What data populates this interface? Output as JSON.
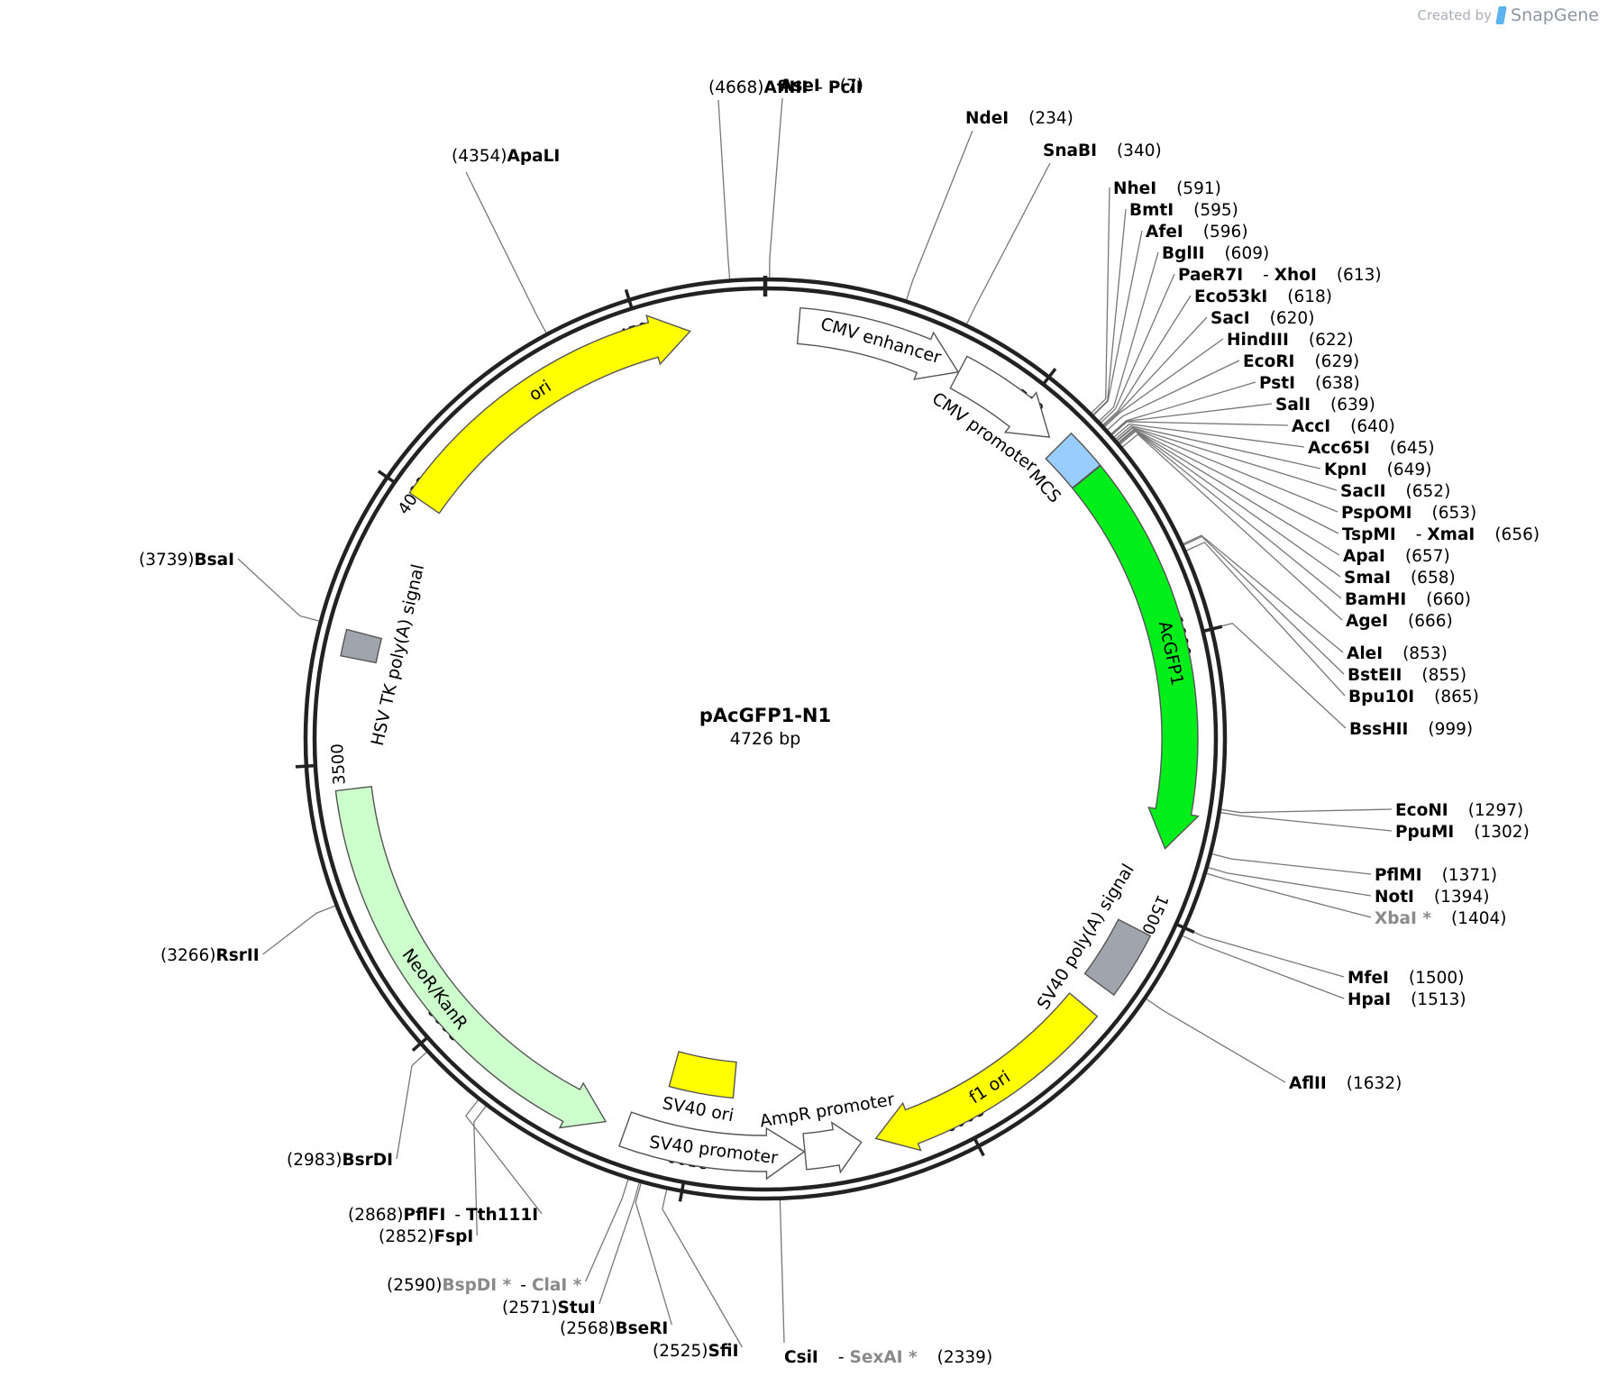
{
  "watermark": {
    "prefix": "Created by",
    "brand": "SnapGene"
  },
  "plasmid": {
    "name": "pAcGFP1-N1",
    "size_label": "4726 bp",
    "length": 4726
  },
  "colors": {
    "ori": "#ffff00",
    "mcs": "#99ccff",
    "acgfp1": "#00ee1a",
    "polyA": "#a0a5ad",
    "neo": "#ccffcc",
    "promoter": "#ffffff",
    "ring": "#222222"
  },
  "ticks": [
    {
      "pos": 500,
      "label": "500"
    },
    {
      "pos": 1000,
      "label": "1000"
    },
    {
      "pos": 1500,
      "label": "1500"
    },
    {
      "pos": 2000,
      "label": "2000"
    },
    {
      "pos": 2500,
      "label": "2500"
    },
    {
      "pos": 3000,
      "label": "3000"
    },
    {
      "pos": 3500,
      "label": "3500"
    },
    {
      "pos": 4000,
      "label": "4000"
    },
    {
      "pos": 4500,
      "label": "4500"
    }
  ],
  "features": [
    {
      "id": "cmv-enhancer",
      "name": "CMV enhancer",
      "start": 61,
      "end": 364,
      "dir": 1,
      "color": "#ffffff",
      "lane": "outer"
    },
    {
      "id": "cmv-promoter",
      "name": "CMV promoter",
      "start": 365,
      "end": 568,
      "dir": 1,
      "color": "#ffffff",
      "lane": "outer"
    },
    {
      "id": "mcs",
      "name": "MCS",
      "start": 591,
      "end": 666,
      "dir": 0,
      "color": "#99ccff",
      "lane": "outer"
    },
    {
      "id": "acgfp1",
      "name": "AcGFP1",
      "start": 667,
      "end": 1383,
      "dir": 1,
      "color": "#00ee1a",
      "lane": "outer"
    },
    {
      "id": "sv40-polya",
      "name": "SV40 poly(A) signal",
      "start": 1537,
      "end": 1658,
      "dir": 0,
      "color": "#a0a5ad",
      "lane": "outer"
    },
    {
      "id": "f1-ori",
      "name": "f1 ori",
      "start": 1705,
      "end": 2160,
      "dir": 1,
      "color": "#ffff00",
      "lane": "outer"
    },
    {
      "id": "ampr-promoter",
      "name": "AmpR promoter",
      "start": 2187,
      "end": 2291,
      "dir": -1,
      "color": "#ffffff",
      "lane": "outer"
    },
    {
      "id": "sv40-promoter",
      "name": "SV40 promoter",
      "start": 2292,
      "end": 2622,
      "dir": -1,
      "color": "#ffffff",
      "lane": "outer"
    },
    {
      "id": "sv40-ori",
      "name": "SV40 ori",
      "start": 2430,
      "end": 2566,
      "dir": 0,
      "color": "#ffff00",
      "lane": "inner"
    },
    {
      "id": "neo",
      "name": "NeoR/KanR",
      "start": 2660,
      "end": 3454,
      "dir": -1,
      "color": "#ccffcc",
      "lane": "outer"
    },
    {
      "id": "hsv-polya",
      "name": "HSV TK poly(A) signal",
      "start": 3690,
      "end": 3737,
      "dir": 0,
      "color": "#a0a5ad",
      "lane": "outer"
    },
    {
      "id": "ori",
      "name": "ori",
      "start": 4000,
      "end": 4589,
      "dir": 1,
      "color": "#ffff00",
      "lane": "outer"
    }
  ],
  "sites": [
    {
      "names": [
        "AseI"
      ],
      "pos": "(7)",
      "n": 7,
      "side": "right"
    },
    {
      "names": [
        "NdeI"
      ],
      "pos": "(234)",
      "n": 234,
      "side": "right"
    },
    {
      "names": [
        "SnaBI"
      ],
      "pos": "(340)",
      "n": 340,
      "side": "right"
    },
    {
      "names": [
        "NheI"
      ],
      "pos": "(591)",
      "n": 591,
      "side": "right"
    },
    {
      "names": [
        "BmtI"
      ],
      "pos": "(595)",
      "n": 595,
      "side": "right"
    },
    {
      "names": [
        "AfeI"
      ],
      "pos": "(596)",
      "n": 596,
      "side": "right"
    },
    {
      "names": [
        "BglII"
      ],
      "pos": "(609)",
      "n": 609,
      "side": "right"
    },
    {
      "names": [
        "PaeR7I",
        "XhoI"
      ],
      "pos": "(613)",
      "n": 613,
      "side": "right"
    },
    {
      "names": [
        "Eco53kI"
      ],
      "pos": "(618)",
      "n": 618,
      "side": "right"
    },
    {
      "names": [
        "SacI"
      ],
      "pos": "(620)",
      "n": 620,
      "side": "right"
    },
    {
      "names": [
        "HindIII"
      ],
      "pos": "(622)",
      "n": 622,
      "side": "right"
    },
    {
      "names": [
        "EcoRI"
      ],
      "pos": "(629)",
      "n": 629,
      "side": "right"
    },
    {
      "names": [
        "PstI"
      ],
      "pos": "(638)",
      "n": 638,
      "side": "right"
    },
    {
      "names": [
        "SalI"
      ],
      "pos": "(639)",
      "n": 639,
      "side": "right"
    },
    {
      "names": [
        "AccI"
      ],
      "pos": "(640)",
      "n": 640,
      "side": "right"
    },
    {
      "names": [
        "Acc65I"
      ],
      "pos": "(645)",
      "n": 645,
      "side": "right"
    },
    {
      "names": [
        "KpnI"
      ],
      "pos": "(649)",
      "n": 649,
      "side": "right"
    },
    {
      "names": [
        "SacII"
      ],
      "pos": "(652)",
      "n": 652,
      "side": "right"
    },
    {
      "names": [
        "PspOMI"
      ],
      "pos": "(653)",
      "n": 653,
      "side": "right"
    },
    {
      "names": [
        "TspMI",
        "XmaI"
      ],
      "pos": "(656)",
      "n": 656,
      "side": "right"
    },
    {
      "names": [
        "ApaI"
      ],
      "pos": "(657)",
      "n": 657,
      "side": "right"
    },
    {
      "names": [
        "SmaI"
      ],
      "pos": "(658)",
      "n": 658,
      "side": "right"
    },
    {
      "names": [
        "BamHI"
      ],
      "pos": "(660)",
      "n": 660,
      "side": "right"
    },
    {
      "names": [
        "AgeI"
      ],
      "pos": "(666)",
      "n": 666,
      "side": "right"
    },
    {
      "names": [
        "AleI"
      ],
      "pos": "(853)",
      "n": 853,
      "side": "right"
    },
    {
      "names": [
        "BstEII"
      ],
      "pos": "(855)",
      "n": 855,
      "side": "right"
    },
    {
      "names": [
        "Bpu10I"
      ],
      "pos": "(865)",
      "n": 865,
      "side": "right"
    },
    {
      "names": [
        "BssHII"
      ],
      "pos": "(999)",
      "n": 999,
      "side": "right"
    },
    {
      "names": [
        "EcoNI"
      ],
      "pos": "(1297)",
      "n": 1297,
      "side": "right"
    },
    {
      "names": [
        "PpuMI"
      ],
      "pos": "(1302)",
      "n": 1302,
      "side": "right"
    },
    {
      "names": [
        "PflMI"
      ],
      "pos": "(1371)",
      "n": 1371,
      "side": "right"
    },
    {
      "names": [
        "NotI"
      ],
      "pos": "(1394)",
      "n": 1394,
      "side": "right"
    },
    {
      "names": [
        "XbaI *"
      ],
      "pos": "(1404)",
      "n": 1404,
      "side": "right",
      "dim": true
    },
    {
      "names": [
        "MfeI"
      ],
      "pos": "(1500)",
      "n": 1500,
      "side": "right"
    },
    {
      "names": [
        "HpaI"
      ],
      "pos": "(1513)",
      "n": 1513,
      "side": "right"
    },
    {
      "names": [
        "AflII"
      ],
      "pos": "(1632)",
      "n": 1632,
      "side": "right"
    },
    {
      "names": [
        "CsiI",
        "SexAI *"
      ],
      "pos": "(2339)",
      "n": 2339,
      "side": "right",
      "dimSecond": true
    },
    {
      "names": [
        "SfiI"
      ],
      "pos": "(2525)",
      "n": 2525,
      "side": "left"
    },
    {
      "names": [
        "BseRI"
      ],
      "pos": "(2568)",
      "n": 2568,
      "side": "left"
    },
    {
      "names": [
        "StuI"
      ],
      "pos": "(2571)",
      "n": 2571,
      "side": "left"
    },
    {
      "names": [
        "BspDI *",
        "ClaI *"
      ],
      "pos": "(2590)",
      "n": 2590,
      "side": "left",
      "dim": true
    },
    {
      "names": [
        "FspI"
      ],
      "pos": "(2852)",
      "n": 2852,
      "side": "left"
    },
    {
      "names": [
        "PflFI",
        "Tth111I"
      ],
      "pos": "(2868)",
      "n": 2868,
      "side": "left"
    },
    {
      "names": [
        "BsrDI"
      ],
      "pos": "(2983)",
      "n": 2983,
      "side": "left"
    },
    {
      "names": [
        "RsrII"
      ],
      "pos": "(3266)",
      "n": 3266,
      "side": "left"
    },
    {
      "names": [
        "BsaI"
      ],
      "pos": "(3739)",
      "n": 3739,
      "side": "left"
    },
    {
      "names": [
        "ApaLI"
      ],
      "pos": "(4354)",
      "n": 4354,
      "side": "left"
    },
    {
      "names": [
        "AflIII",
        "PciI"
      ],
      "pos": "(4668)",
      "n": 4668,
      "side": "left"
    }
  ]
}
